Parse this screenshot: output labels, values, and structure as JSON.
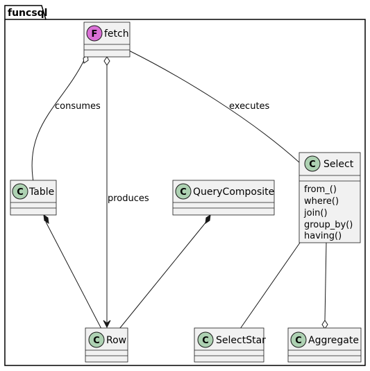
{
  "package": {
    "name": "funcsql"
  },
  "classes": [
    {
      "id": "fetch",
      "name": "fetch",
      "stereotype": "F",
      "stereo_color": "#DA70D6",
      "methods": []
    },
    {
      "id": "table",
      "name": "Table",
      "stereotype": "C",
      "stereo_color": "#ADD1B2",
      "methods": []
    },
    {
      "id": "querycomposite",
      "name": "QueryComposite",
      "stereotype": "C",
      "stereo_color": "#ADD1B2",
      "methods": []
    },
    {
      "id": "select",
      "name": "Select",
      "stereotype": "C",
      "stereo_color": "#ADD1B2",
      "methods": [
        "from_()",
        "where()",
        "join()",
        "group_by()",
        "having()"
      ]
    },
    {
      "id": "row",
      "name": "Row",
      "stereotype": "C",
      "stereo_color": "#ADD1B2",
      "methods": []
    },
    {
      "id": "selectstar",
      "name": "SelectStar",
      "stereotype": "C",
      "stereo_color": "#ADD1B2",
      "methods": []
    },
    {
      "id": "aggregate",
      "name": "Aggregate",
      "stereotype": "C",
      "stereo_color": "#ADD1B2",
      "methods": []
    }
  ],
  "relations": [
    {
      "from": "fetch",
      "to": "table",
      "kind": "aggregation",
      "label": "consumes"
    },
    {
      "from": "fetch",
      "to": "row",
      "kind": "aggregation-arrow",
      "label": "produces"
    },
    {
      "from": "fetch",
      "to": "select",
      "kind": "association",
      "label": "executes"
    },
    {
      "from": "table",
      "to": "row",
      "kind": "composition",
      "label": ""
    },
    {
      "from": "querycomposite",
      "to": "row",
      "kind": "composition",
      "label": ""
    },
    {
      "from": "select",
      "to": "selectstar",
      "kind": "association",
      "label": ""
    },
    {
      "from": "select",
      "to": "aggregate",
      "kind": "aggregation",
      "label": ""
    }
  ],
  "colors": {
    "box_fill": "#F1F1F1",
    "box_stroke": "#181818",
    "line": "#181818"
  }
}
